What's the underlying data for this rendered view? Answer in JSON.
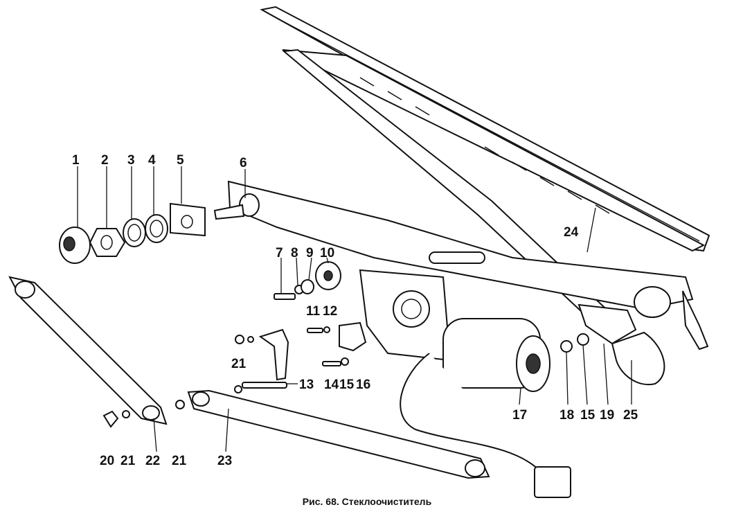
{
  "figure": {
    "caption": "Рис. 68. Стеклоочиститель",
    "callouts": [
      "1",
      "2",
      "3",
      "4",
      "5",
      "6",
      "7",
      "8",
      "9",
      "10",
      "11",
      "12",
      "13",
      "14",
      "15",
      "16",
      "17",
      "18",
      "15",
      "19",
      "25",
      "20",
      "21",
      "22",
      "21",
      "23",
      "24",
      "21"
    ]
  }
}
